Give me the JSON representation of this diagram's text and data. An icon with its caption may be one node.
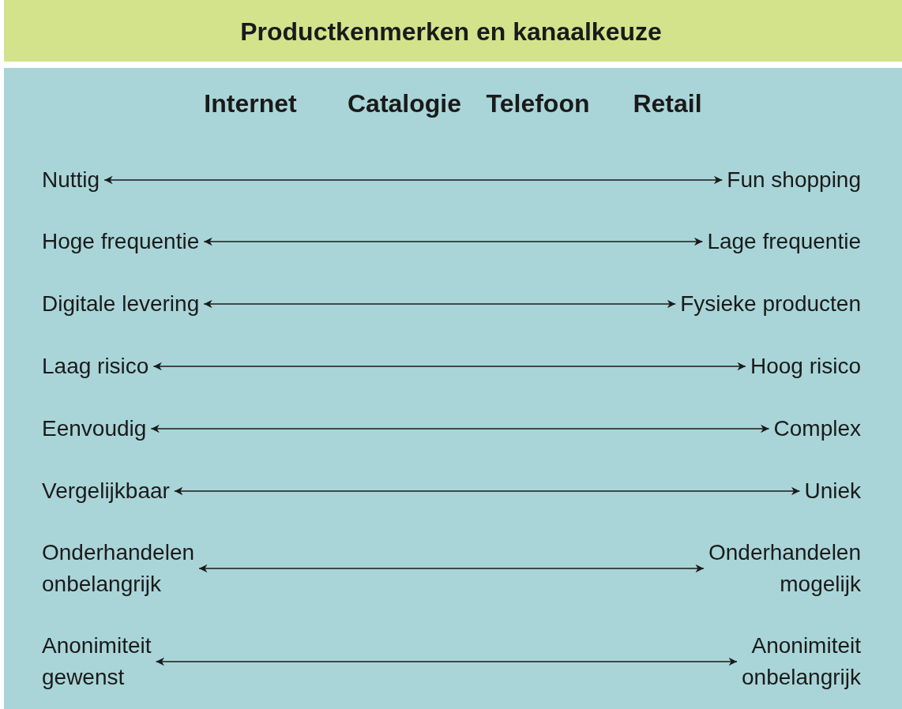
{
  "diagram": {
    "title": "Productkenmerken en kanaalkeuze",
    "nodes": [
      {
        "text": [
          "Nuttig"
        ]
      },
      {
        "text": [
          "Fun shopping"
        ]
      },
      {
        "text": [
          "Hoge frequentie"
        ]
      },
      {
        "text": [
          "Lage frequentie"
        ]
      },
      {
        "text": [
          "Digitale levering"
        ]
      },
      {
        "text": [
          "Fysieke producten"
        ]
      },
      {
        "text": [
          "Laag risico"
        ]
      },
      {
        "text": [
          "Hoog risico"
        ]
      },
      {
        "text": [
          "Eenvoudig"
        ]
      },
      {
        "text": [
          "Complex"
        ]
      },
      {
        "text": [
          "Vergelijkbaar"
        ]
      },
      {
        "text": [
          "Uniek"
        ]
      },
      {
        "text": [
          "Onderhandelen onbelangrijk"
        ]
      },
      {
        "text": [
          "Onderhandelen mogelijk"
        ]
      },
      {
        "text": [
          "Anonimiteit gewenst"
        ]
      },
      {
        "text": [
          "Anonimiteit onbelangrijk"
        ]
      }
    ],
    "edges": [
      {
        "from": 0,
        "to": 1,
        "arrow": "both"
      },
      {
        "from": 2,
        "to": 3,
        "arrow": "both"
      },
      {
        "from": 4,
        "to": 5,
        "arrow": "both"
      },
      {
        "from": 6,
        "to": 7,
        "arrow": "both"
      },
      {
        "from": 8,
        "to": 9,
        "arrow": "both"
      },
      {
        "from": 10,
        "to": 11,
        "arrow": "both"
      },
      {
        "from": 12,
        "to": 13,
        "arrow": "both"
      },
      {
        "from": 14,
        "to": 15,
        "arrow": "both"
      }
    ],
    "labels": [
      "Internet",
      "Catalogie",
      "Telefoon",
      "Retail"
    ]
  }
}
